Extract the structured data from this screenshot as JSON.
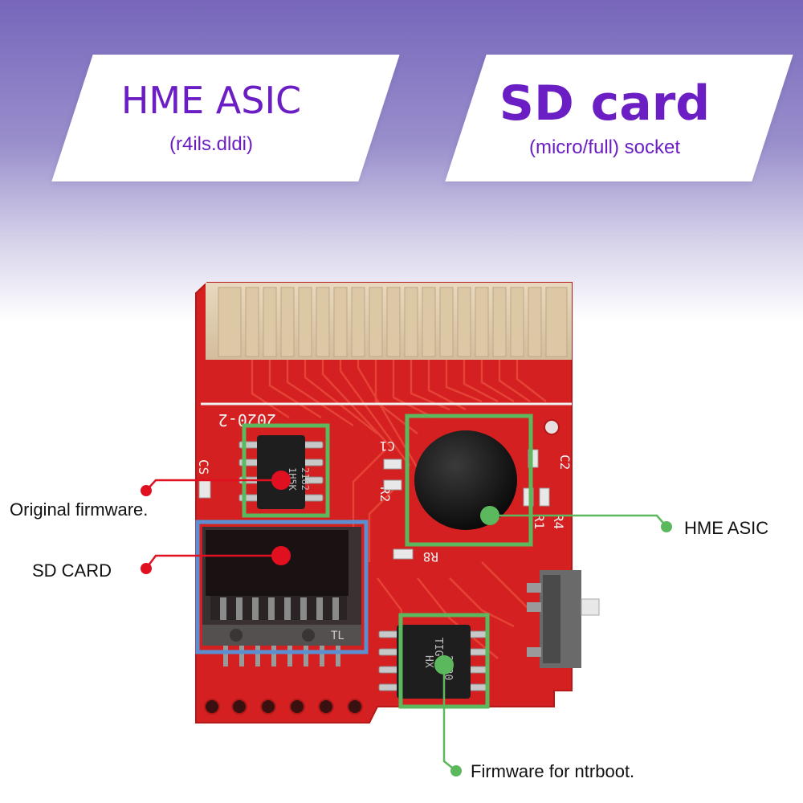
{
  "header": {
    "left_card": {
      "title": "HME ASIC",
      "subtitle": "(r4ils.dldi)"
    },
    "right_card": {
      "title": "SD card",
      "subtitle": "(micro/full) socket"
    }
  },
  "board": {
    "silkscreen": {
      "code": "2020-2",
      "c1": "C1",
      "c2": "C2",
      "cs": "CS",
      "r2": "R2",
      "r4": "R4",
      "r1": "R1",
      "r8": "R8"
    },
    "chip_top": {
      "line1": "1H5K",
      "line2": "2182"
    },
    "chip_bottom": {
      "line1": "HX",
      "line2": "2830",
      "line3": "TIG"
    },
    "sd_mark": "TL"
  },
  "callouts": {
    "original_firmware": "Original firmware.",
    "sd_card": "SD CARD",
    "hme_asic": "HME ASIC",
    "ntrboot": "Firmware for ntrboot."
  },
  "colors": {
    "accent_purple": "#6b1ec4",
    "pcb_red": "#d42020",
    "red_marker": "#e01020",
    "green_marker": "#5cb85c",
    "blue_marker": "#5b8fd0"
  }
}
